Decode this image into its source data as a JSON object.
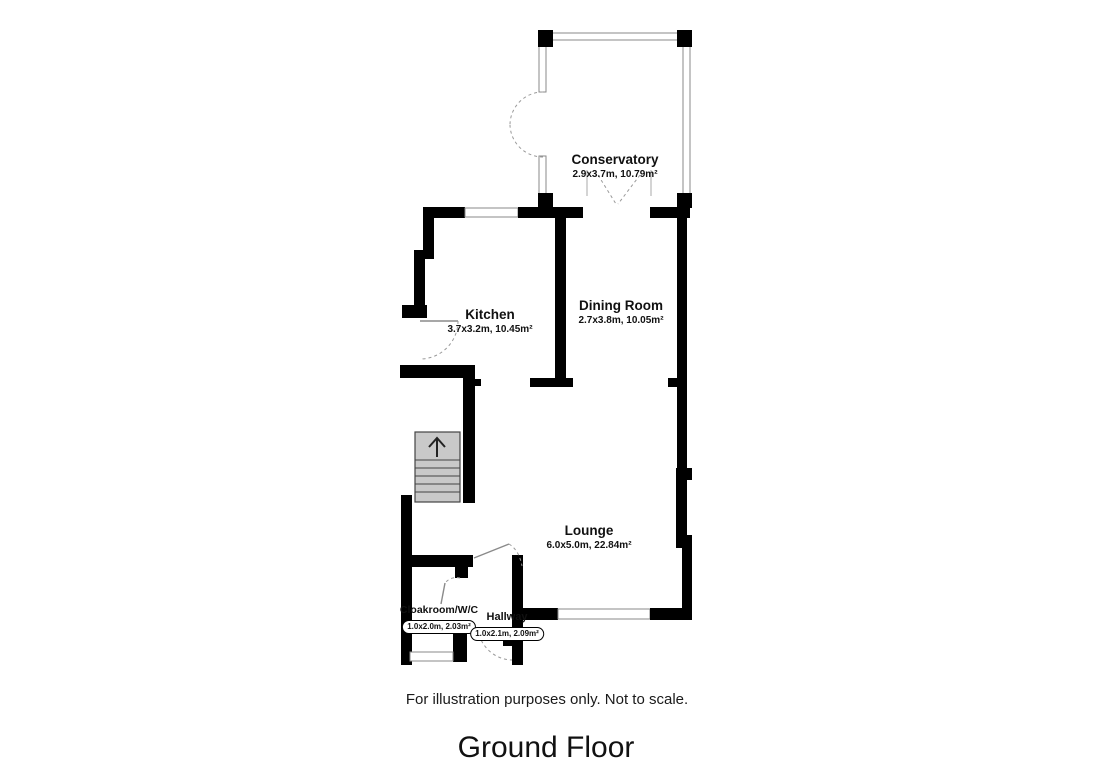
{
  "title": "Ground Floor",
  "disclaimer": "For illustration purposes only. Not to scale.",
  "rooms": [
    {
      "name": "Conservatory",
      "dims": "2.9x3.7m, 10.79m²"
    },
    {
      "name": "Kitchen",
      "dims": "3.7x3.2m, 10.45m²"
    },
    {
      "name": "Dining Room",
      "dims": "2.7x3.8m, 10.05m²"
    },
    {
      "name": "Lounge",
      "dims": "6.0x5.0m, 22.84m²"
    },
    {
      "name": "Cloakroom/W/C",
      "dims": "1.0x2.0m, 2.03m²"
    },
    {
      "name": "Hallway",
      "dims": "1.0x2.1m, 2.09m²"
    }
  ],
  "icons": {
    "stairs_direction": "up-arrow"
  },
  "colors": {
    "wall": "#000000",
    "stairs_fill": "#c9c9c9",
    "thin_wall_stroke": "#8a8a8a",
    "door_swing": "#9a9a9a",
    "text": "#111111",
    "background": "#ffffff"
  }
}
